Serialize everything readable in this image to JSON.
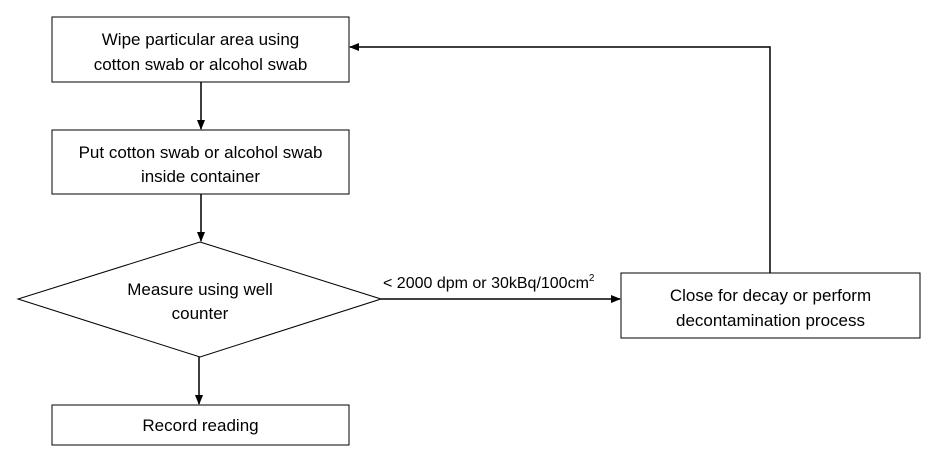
{
  "nodes": {
    "wipe": {
      "line1": "Wipe particular area using",
      "line2": "cotton swab or alcohol swab"
    },
    "put": {
      "line1": "Put cotton swab or alcohol swab",
      "line2": "inside container"
    },
    "measure": {
      "line1": "Measure using well",
      "line2": "counter"
    },
    "record": {
      "line1": "Record reading"
    },
    "close": {
      "line1": "Close for decay or perform",
      "line2": "decontamination process"
    }
  },
  "edges": {
    "threshold": {
      "text": "< 2000 dpm or 30kBq/100cm",
      "superscript": "2"
    }
  }
}
